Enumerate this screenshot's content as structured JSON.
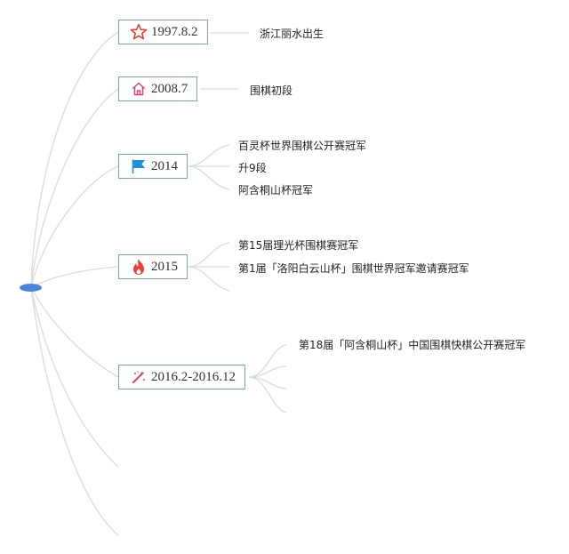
{
  "colors": {
    "branch": "#d8dcdc",
    "node_border": "#7da6a0",
    "root": "#4a86d8",
    "star": "#e0443a",
    "home": "#d9437a",
    "flag": "#1f8fd8",
    "fire": "#e8413c",
    "wand": "#d9437a"
  },
  "nodes": [
    {
      "label": "1997.8.2",
      "icon": "star-icon",
      "leaves": [
        "浙江丽水出生"
      ]
    },
    {
      "label": "2008.7",
      "icon": "home-icon",
      "leaves": [
        "围棋初段"
      ]
    },
    {
      "label": "2014",
      "icon": "flag-icon",
      "leaves": [
        "百灵杯世界围棋公开赛冠军",
        "升9段",
        "阿含桐山杯冠军"
      ]
    },
    {
      "label": "2015",
      "icon": "fire-icon",
      "leaves": [
        "第15届理光杯围棋赛冠军",
        "第1届「洛阳白云山杯」围棋世界冠军邀请赛冠军"
      ]
    },
    {
      "label": "2016.2-2016.12",
      "icon": "magic-wand-icon",
      "leaves": [
        "第18届「阿含桐山杯」中国围棋快棋公开赛冠军"
      ]
    }
  ]
}
